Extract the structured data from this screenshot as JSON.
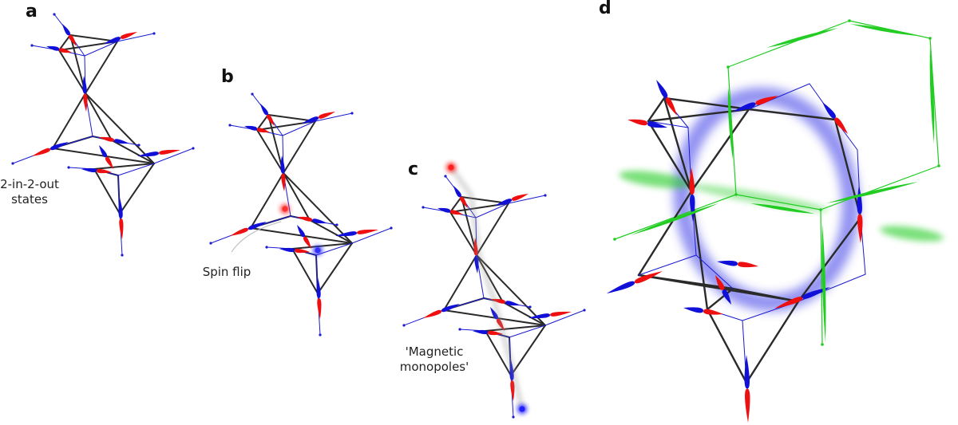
{
  "panels": [
    {
      "letter": "a",
      "caption_lines": [
        "2-in-2-out",
        "states"
      ]
    },
    {
      "letter": "b",
      "caption_lines": [
        "Spin flip"
      ]
    },
    {
      "letter": "c",
      "caption_lines": [
        "'Magnetic",
        "monopoles'"
      ]
    },
    {
      "letter": "d",
      "caption_lines": []
    }
  ],
  "colors": {
    "spin_in": "#1010d8",
    "spin_out": "#ee1010",
    "bond": "#2a2a2a",
    "lattice_link": "#1a1ad0",
    "loop_glow": "#3a3ae8",
    "dual_lattice": "#22cc22"
  }
}
